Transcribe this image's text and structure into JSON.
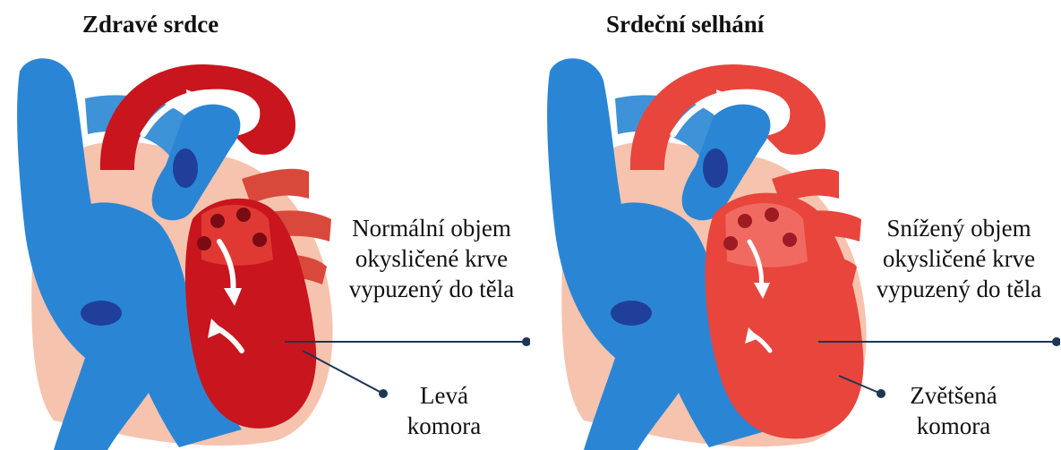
{
  "panels": [
    {
      "title": "Zdravé srdce",
      "volume_label": [
        "Normální objem",
        "okysličené krve",
        "vypuzený do těla"
      ],
      "ventricle_label": [
        "Levá",
        "komora"
      ]
    },
    {
      "title": "Srdeční selhání",
      "volume_label": [
        "Snížený objem",
        "okysličené krve",
        "vypuzený do těla"
      ],
      "ventricle_label": [
        "Zvětšená",
        "komora"
      ]
    }
  ],
  "colors": {
    "deoxygenated_blue": "#2a86d4",
    "dark_blue": "#1f3f9a",
    "healthy_red": "#c8151e",
    "failing_red": "#e8453c",
    "muscle_pink": "#f6c3ae",
    "pointer_navy": "#1d3557"
  }
}
